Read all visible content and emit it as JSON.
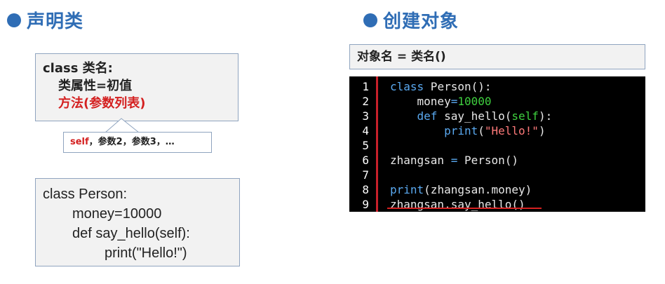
{
  "left_heading": {
    "text": "声明类"
  },
  "right_heading": {
    "text": "创建对象"
  },
  "declaration": {
    "line1": "class 类名:",
    "line2": "类属性=初值",
    "line3": "方法(参数列表)"
  },
  "callout": {
    "self_text": "self",
    "rest_text": "，参数2，参数3，…"
  },
  "example": {
    "line1": "class Person:",
    "line2": "money=10000",
    "line3": "def say_hello(self):",
    "line4": "print(\"Hello!\")"
  },
  "create": {
    "title": "对象名 = 类名()"
  },
  "code": {
    "line_numbers": [
      "1",
      "2",
      "3",
      "4",
      "5",
      "6",
      "7",
      "8",
      "9"
    ],
    "l1_kw": "class",
    "l1_rest": " Person():",
    "l2_name": "    money",
    "l2_op": "=",
    "l2_num": "10000",
    "l3_kw": "    def",
    "l3_rest": " say_hello(",
    "l3_self": "self",
    "l3_end": "):",
    "l4_kw": "        print",
    "l4_p1": "(",
    "l4_str": "\"Hello!\"",
    "l4_p2": ")",
    "l6_a": "zhangsan ",
    "l6_op": "=",
    "l6_b": " Person()",
    "l8_kw": "print",
    "l8_rest": "(zhangsan.money)",
    "l9": "zhangsan.say_hello()"
  },
  "colors": {
    "accent": "#2f6db5",
    "method_red": "#d42020",
    "code_bg": "#000000",
    "keyword": "#5aa9f0",
    "number": "#3fd13f"
  }
}
